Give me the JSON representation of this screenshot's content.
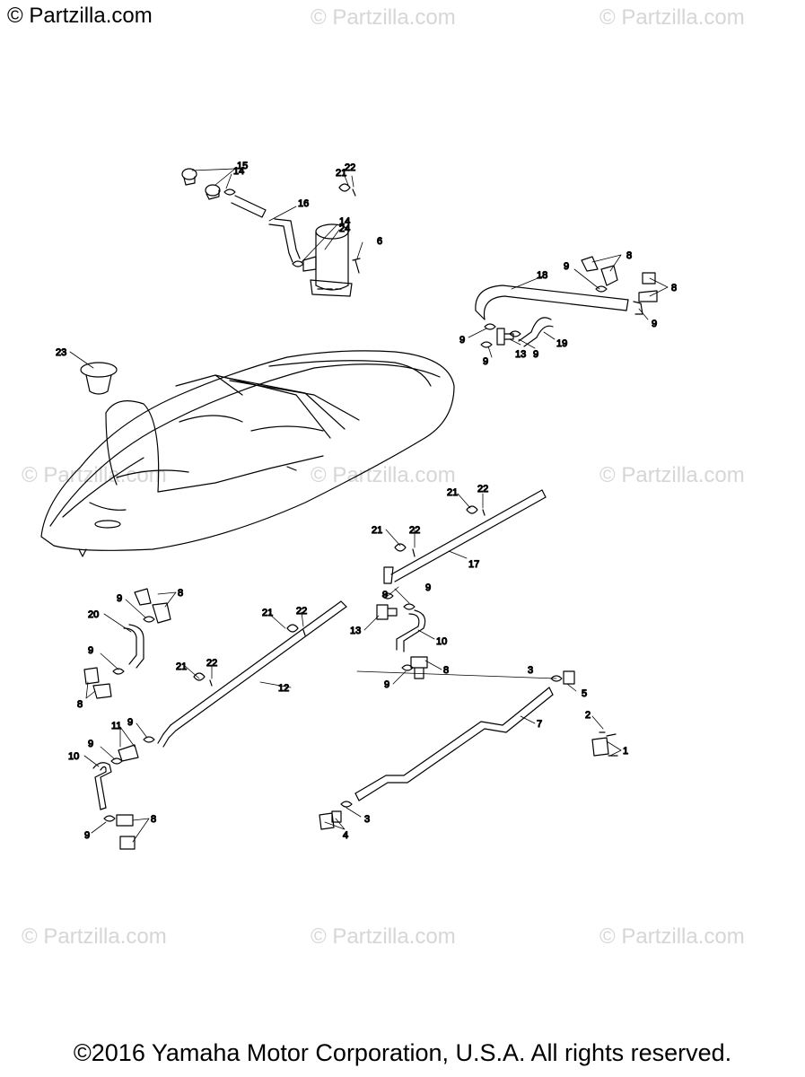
{
  "header": {
    "copyright": "© Partzilla.com"
  },
  "watermark": {
    "text": "© Partzilla.com"
  },
  "footer": {
    "text": "©2016 Yamaha Motor Corporation, U.S.A. All rights reserved."
  },
  "callouts": [
    {
      "id": "c15a",
      "label": "15"
    },
    {
      "id": "c14a",
      "label": "14"
    },
    {
      "id": "c21a",
      "label": "21"
    },
    {
      "id": "c22a",
      "label": "22"
    },
    {
      "id": "c16",
      "label": "16"
    },
    {
      "id": "c14b",
      "label": "14"
    },
    {
      "id": "c24",
      "label": "24"
    },
    {
      "id": "c6",
      "label": "6"
    },
    {
      "id": "c8a",
      "label": "8"
    },
    {
      "id": "c9a",
      "label": "9"
    },
    {
      "id": "c18",
      "label": "18"
    },
    {
      "id": "c8b",
      "label": "8"
    },
    {
      "id": "c9b",
      "label": "9"
    },
    {
      "id": "c9c",
      "label": "9"
    },
    {
      "id": "c13a",
      "label": "13"
    },
    {
      "id": "c9d",
      "label": "9"
    },
    {
      "id": "c9e",
      "label": "9"
    },
    {
      "id": "c19",
      "label": "19"
    },
    {
      "id": "c23",
      "label": "23"
    },
    {
      "id": "c21b",
      "label": "21"
    },
    {
      "id": "c22b",
      "label": "22"
    },
    {
      "id": "c21c",
      "label": "21"
    },
    {
      "id": "c22c",
      "label": "22"
    },
    {
      "id": "c17",
      "label": "17"
    },
    {
      "id": "c9f",
      "label": "9"
    },
    {
      "id": "c8c",
      "label": "8"
    },
    {
      "id": "c20",
      "label": "20"
    },
    {
      "id": "c21d",
      "label": "21"
    },
    {
      "id": "c22d",
      "label": "22"
    },
    {
      "id": "c9g",
      "label": "9"
    },
    {
      "id": "c13b",
      "label": "13"
    },
    {
      "id": "c10a",
      "label": "10"
    },
    {
      "id": "c9h",
      "label": "9"
    },
    {
      "id": "c8d",
      "label": "8"
    },
    {
      "id": "c9i",
      "label": "9"
    },
    {
      "id": "c8e",
      "label": "8"
    },
    {
      "id": "c21e",
      "label": "21"
    },
    {
      "id": "c22e",
      "label": "22"
    },
    {
      "id": "c12",
      "label": "12"
    },
    {
      "id": "c9j",
      "label": "9"
    },
    {
      "id": "c3a",
      "label": "3"
    },
    {
      "id": "c5",
      "label": "5"
    },
    {
      "id": "c11",
      "label": "11"
    },
    {
      "id": "c9k",
      "label": "9"
    },
    {
      "id": "c9l",
      "label": "9"
    },
    {
      "id": "c7",
      "label": "7"
    },
    {
      "id": "c2",
      "label": "2"
    },
    {
      "id": "c10b",
      "label": "10"
    },
    {
      "id": "c1",
      "label": "1"
    },
    {
      "id": "c3b",
      "label": "3"
    },
    {
      "id": "c8f",
      "label": "8"
    },
    {
      "id": "c4",
      "label": "4"
    },
    {
      "id": "c9m",
      "label": "9"
    }
  ]
}
